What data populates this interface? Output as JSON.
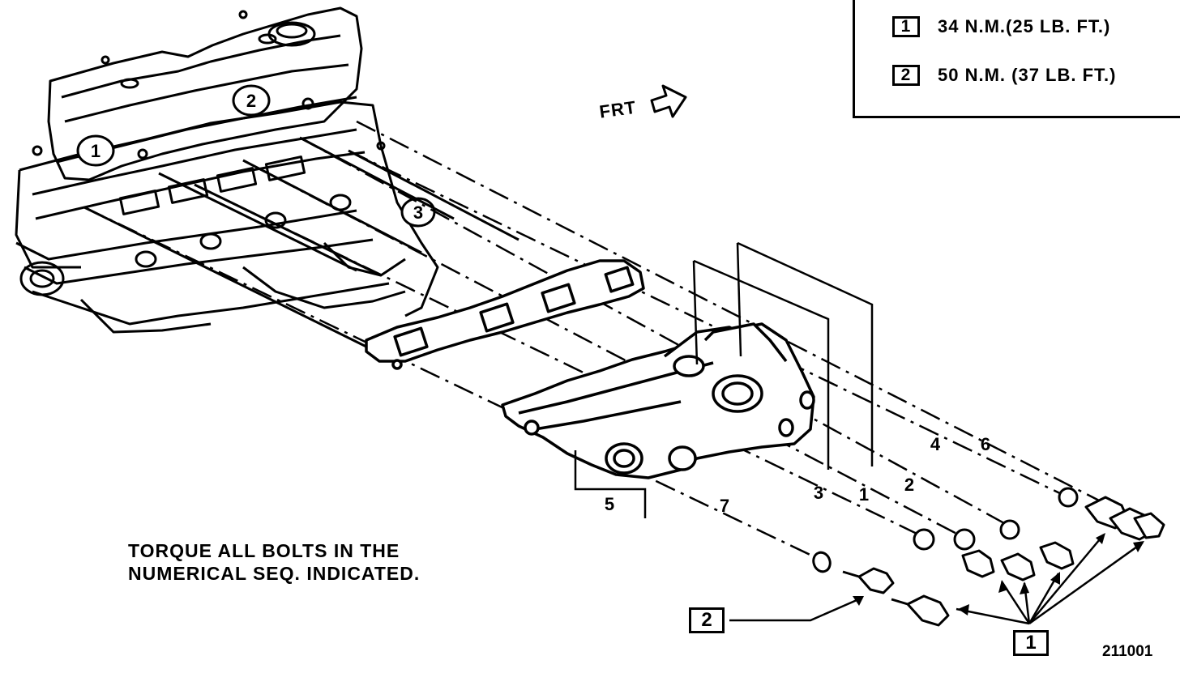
{
  "legend": {
    "items": [
      {
        "key": "1",
        "text": "34 N.M.(25 LB. FT.)"
      },
      {
        "key": "2",
        "text": "50 N.M. (37 LB. FT.)"
      }
    ]
  },
  "direction_label": "FRT",
  "head_markers": [
    "1",
    "2",
    "3"
  ],
  "sequence_labels": [
    "1",
    "2",
    "3",
    "4",
    "5",
    "6",
    "7"
  ],
  "note": {
    "line1": "TORQUE ALL BOLTS IN THE",
    "line2": "NUMERICAL SEQ. INDICATED."
  },
  "callouts": {
    "left_key": "2",
    "right_key": "1"
  },
  "figure_number": "211001"
}
